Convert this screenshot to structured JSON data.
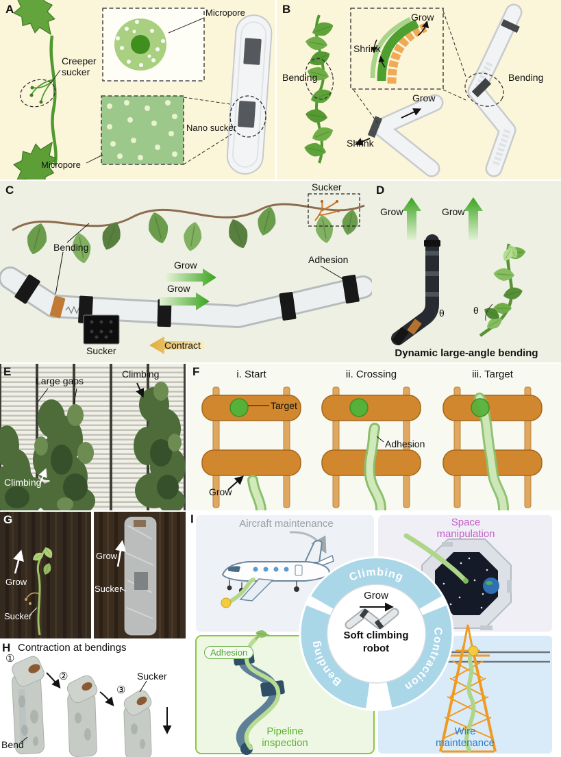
{
  "a": {
    "tag": "A",
    "micropore_top": "Micropore",
    "creeper_sucker": "Creeper sucker",
    "nano_sucker": "Nano sucker",
    "micropore_bottom": "Micropore"
  },
  "b": {
    "tag": "B",
    "bending_plant": "Bending",
    "grow_inset": "Grow",
    "shrink_inset": "Shrink",
    "grow_elbow": "Grow",
    "shrink_elbow": "Shrink",
    "bending_robot": "Bending"
  },
  "c": {
    "tag": "C",
    "sucker_vine": "Sucker",
    "bending": "Bending",
    "grow_upper": "Grow",
    "grow_lower": "Grow",
    "adhesion": "Adhesion",
    "contract": "Contract",
    "sucker_robot": "Sucker"
  },
  "d": {
    "tag": "D",
    "grow_left": "Grow",
    "grow_right": "Grow",
    "theta_left": "θ",
    "theta_right": "θ",
    "caption": "Dynamic large-angle bending"
  },
  "e": {
    "tag": "E",
    "climbing_top": "Climbing",
    "large_gaps": "Large gaps",
    "climbing_bottom": "Climbing"
  },
  "f": {
    "tag": "F",
    "stage_i": "i. Start",
    "stage_ii": "ii. Crossing",
    "stage_iii": "iii. Target",
    "target": "Target",
    "grow": "Grow",
    "adhesion": "Adhesion"
  },
  "g": {
    "tag": "G",
    "grow_plant": "Grow",
    "sucker_plant": "Sucker",
    "grow_robot": "Grow",
    "sucker_robot": "Sucker"
  },
  "h": {
    "tag": "H",
    "title": "Contraction at bendings",
    "step_1": "①",
    "step_2": "②",
    "step_3": "③",
    "sucker": "Sucker",
    "bend": "Bend"
  },
  "i": {
    "tag": "I",
    "aircraft_label": "Aircraft maintenance",
    "space_label": "Space manipulation",
    "pipeline_label": "Pipeline inspection",
    "wire_label": "Wire maintenance",
    "adhesion_badge": "Adhesion",
    "ring_climbing": "Climbing",
    "ring_bending": "Bending",
    "ring_contraction": "Contraction",
    "center_grow": "Grow",
    "center_title": "Soft climbing robot"
  },
  "colors": {
    "panel_ab_bg": "#fbf5da",
    "panel_cd_bg": "#edf0e2",
    "ring_blue": "#a9d7e8",
    "log_orange": "#d1872d",
    "target_green": "#56b13a",
    "tube_green": "#cfe8b3",
    "pipeline_green": "#5cb332",
    "wire_blue": "#2b7bc4",
    "space_purple": "#c05ec5",
    "aircraft_gray": "#9aa0a6"
  }
}
